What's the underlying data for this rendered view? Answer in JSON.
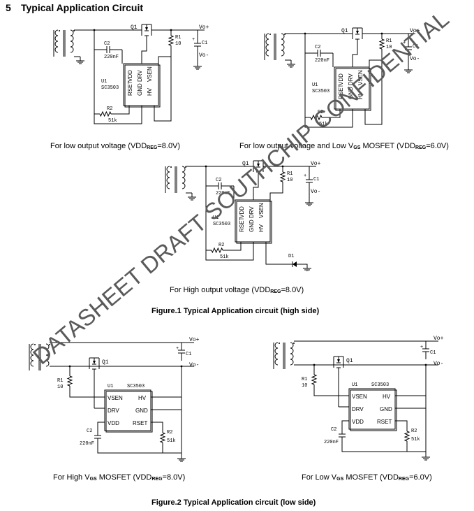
{
  "header": {
    "number": "5",
    "title": "Typical Application Circuit"
  },
  "labels": {
    "q1": "Q1",
    "r1": "R1",
    "r1_val": "10",
    "r2": "R2",
    "r2_val": "51k",
    "c1": "C1",
    "c2": "C2",
    "c2_val": "220nF",
    "u1": "U1",
    "ic": "SC3503",
    "d1": "D1",
    "vo_plus": "Vo+",
    "vo_minus": "Vo-",
    "pin_vdd": "VDD",
    "pin_drv": "DRV",
    "pin_vsen": "VSEN",
    "pin_rset": "RSET",
    "pin_gnd": "GND",
    "pin_hv": "HV",
    "plus": "+"
  },
  "captions": {
    "c1": {
      "pre": "For low output voltage (VDD",
      "sub": "REG",
      "post": "=8.0V)"
    },
    "c2": {
      "pre": "For low output voltage and Low V",
      "sub": "GS",
      "mid": " MOSFET (VDD",
      "sub2": "REG",
      "post": "=6.0V)"
    },
    "c3": {
      "pre": "For High output voltage (VDD",
      "sub": "REG",
      "post": "=8.0V)"
    },
    "c4": {
      "pre": "For High V",
      "sub": "GS",
      "mid": " MOSFET (VDD",
      "sub2": "REG",
      "post": "=8.0V)"
    },
    "c5": {
      "pre": "For Low V",
      "sub": "GS",
      "mid": " MOSFET (VDD",
      "sub2": "REG",
      "post": "=6.0V)"
    }
  },
  "figures": {
    "fig1": "Figure.1 Typical Application circuit (high side)",
    "fig2": "Figure.2 Typical Application circuit (low side)"
  },
  "watermark": "DATASHEET DRAFT SOUTHCHIP CONFIDENTIAL"
}
